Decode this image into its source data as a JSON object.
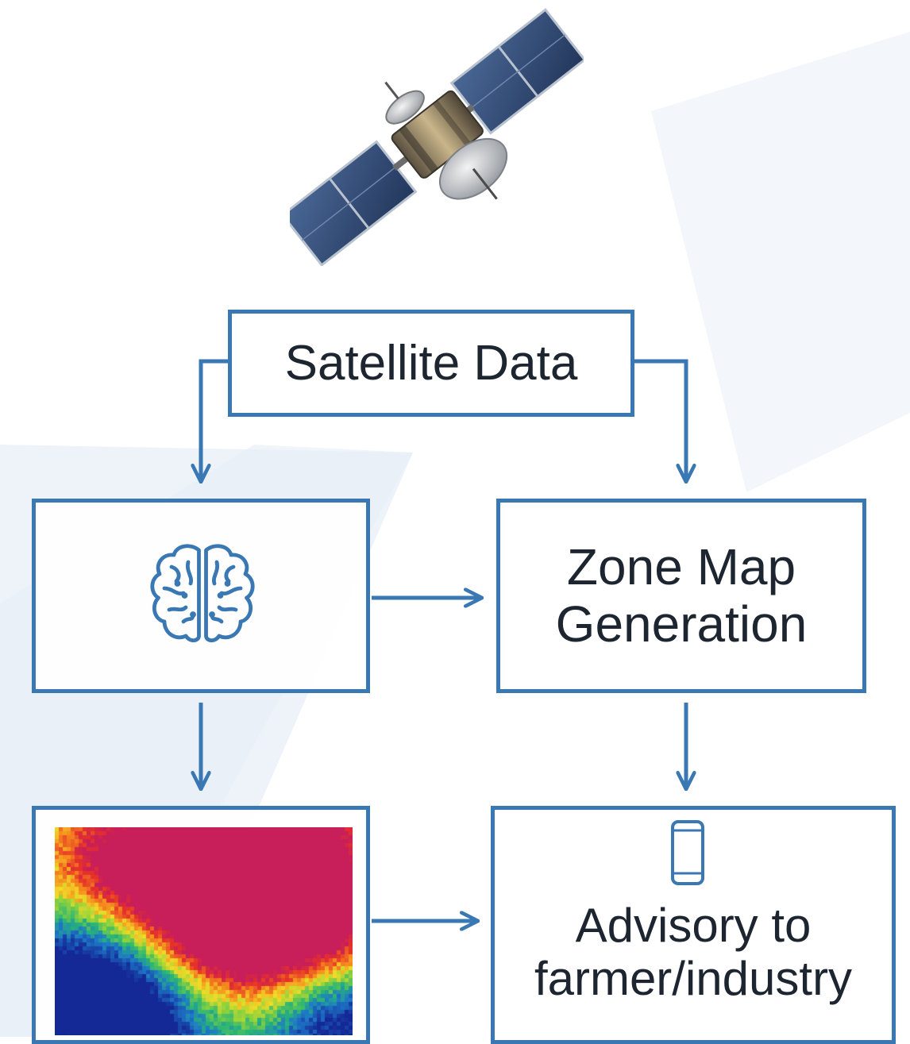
{
  "nodes": {
    "satellite_data": {
      "label": "Satellite Data"
    },
    "ai_analysis": {
      "icon": "brain-icon"
    },
    "zone_map": {
      "line1": "Zone Map",
      "line2": "Generation"
    },
    "field_heatmap": {
      "image": "heatmap-image"
    },
    "advisory": {
      "icon": "smartphone-icon",
      "line1": "Advisory to",
      "line2": "farmer/industry"
    }
  },
  "edges": [
    {
      "from": "satellite_data",
      "to": "ai_analysis"
    },
    {
      "from": "satellite_data",
      "to": "zone_map"
    },
    {
      "from": "ai_analysis",
      "to": "zone_map"
    },
    {
      "from": "ai_analysis",
      "to": "field_heatmap"
    },
    {
      "from": "zone_map",
      "to": "advisory"
    },
    {
      "from": "field_heatmap",
      "to": "advisory"
    }
  ],
  "colors": {
    "accent": "#3a78b3",
    "text": "#1c2530",
    "background": "#ffffff"
  }
}
